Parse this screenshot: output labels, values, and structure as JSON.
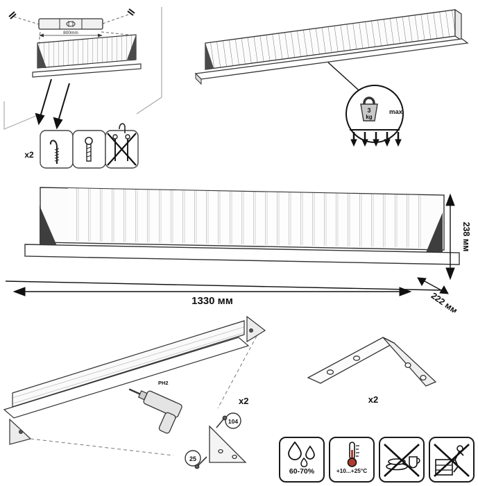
{
  "mounting": {
    "level_dimension": "800mm",
    "fasteners_qty": "x2"
  },
  "load": {
    "weight_value": "3",
    "weight_unit": "kg",
    "max_label": "max"
  },
  "dims": {
    "width": "1330 мм",
    "height": "238 мм",
    "depth": "222 мм"
  },
  "assembly": {
    "qty": "x2",
    "bit": "PH2",
    "part_a": "104",
    "part_b": "25"
  },
  "bracket": {
    "qty": "x2"
  },
  "care": {
    "humidity": "60-70%",
    "temperature": "+10...+25°C"
  }
}
